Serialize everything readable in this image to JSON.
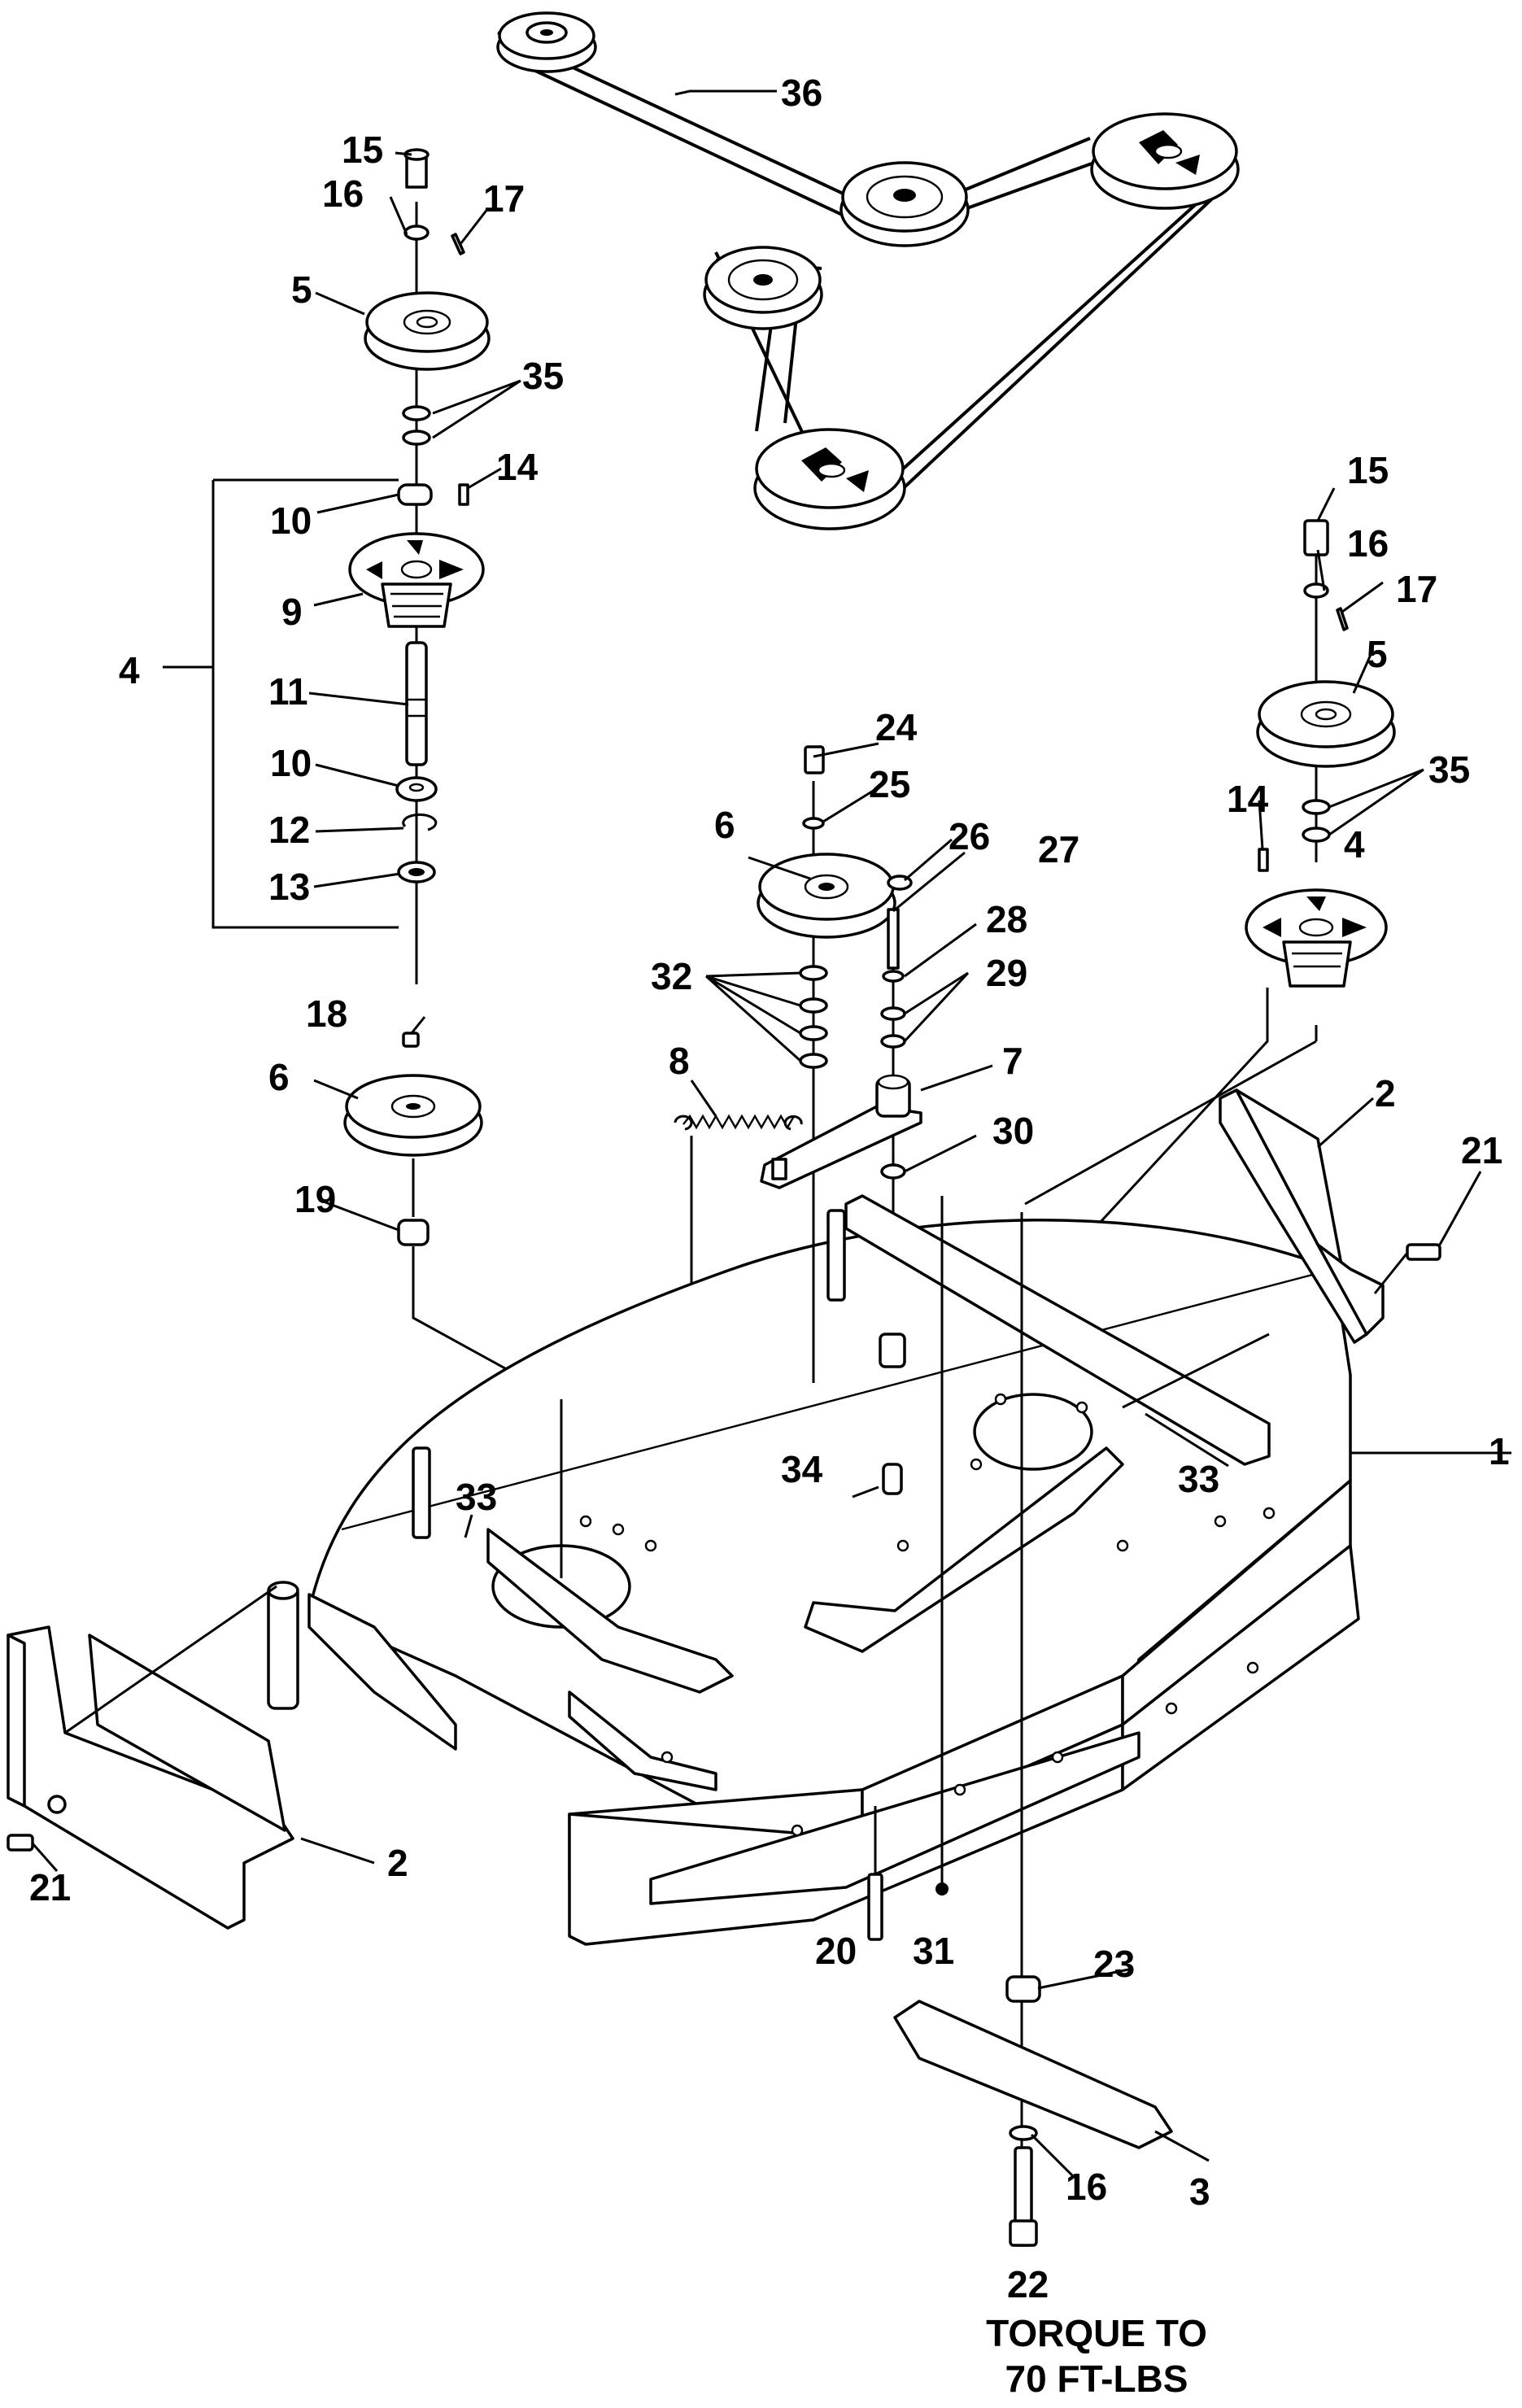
{
  "diagram": {
    "callouts": [
      {
        "id": "c36",
        "label": "36"
      },
      {
        "id": "c15a",
        "label": "15"
      },
      {
        "id": "c16a",
        "label": "16"
      },
      {
        "id": "c17a",
        "label": "17"
      },
      {
        "id": "c5a",
        "label": "5"
      },
      {
        "id": "c35a",
        "label": "35"
      },
      {
        "id": "c14a",
        "label": "14"
      },
      {
        "id": "c10a",
        "label": "10"
      },
      {
        "id": "c9",
        "label": "9"
      },
      {
        "id": "c4a",
        "label": "4"
      },
      {
        "id": "c11",
        "label": "11"
      },
      {
        "id": "c10b",
        "label": "10"
      },
      {
        "id": "c12",
        "label": "12"
      },
      {
        "id": "c13",
        "label": "13"
      },
      {
        "id": "c15b",
        "label": "15"
      },
      {
        "id": "c16b",
        "label": "16"
      },
      {
        "id": "c17b",
        "label": "17"
      },
      {
        "id": "c5b",
        "label": "5"
      },
      {
        "id": "c35b",
        "label": "35"
      },
      {
        "id": "c14b",
        "label": "14"
      },
      {
        "id": "c4b",
        "label": "4"
      },
      {
        "id": "c24",
        "label": "24"
      },
      {
        "id": "c25",
        "label": "25"
      },
      {
        "id": "c6a",
        "label": "6"
      },
      {
        "id": "c26",
        "label": "26"
      },
      {
        "id": "c27",
        "label": "27"
      },
      {
        "id": "c28",
        "label": "28"
      },
      {
        "id": "c29",
        "label": "29"
      },
      {
        "id": "c32",
        "label": "32"
      },
      {
        "id": "c8",
        "label": "8"
      },
      {
        "id": "c7",
        "label": "7"
      },
      {
        "id": "c30",
        "label": "30"
      },
      {
        "id": "c18",
        "label": "18"
      },
      {
        "id": "c6b",
        "label": "6"
      },
      {
        "id": "c19",
        "label": "19"
      },
      {
        "id": "c2a",
        "label": "2"
      },
      {
        "id": "c21a",
        "label": "21"
      },
      {
        "id": "c1",
        "label": "1"
      },
      {
        "id": "c33a",
        "label": "33"
      },
      {
        "id": "c34",
        "label": "34"
      },
      {
        "id": "c33b",
        "label": "33"
      },
      {
        "id": "c2b",
        "label": "2"
      },
      {
        "id": "c21b",
        "label": "21"
      },
      {
        "id": "c20",
        "label": "20"
      },
      {
        "id": "c31",
        "label": "31"
      },
      {
        "id": "c23",
        "label": "23"
      },
      {
        "id": "c3",
        "label": "3"
      },
      {
        "id": "c16c",
        "label": "16"
      },
      {
        "id": "c22",
        "label": "22"
      }
    ],
    "note_line1": "TORQUE TO",
    "note_line2": "70 FT-LBS"
  }
}
